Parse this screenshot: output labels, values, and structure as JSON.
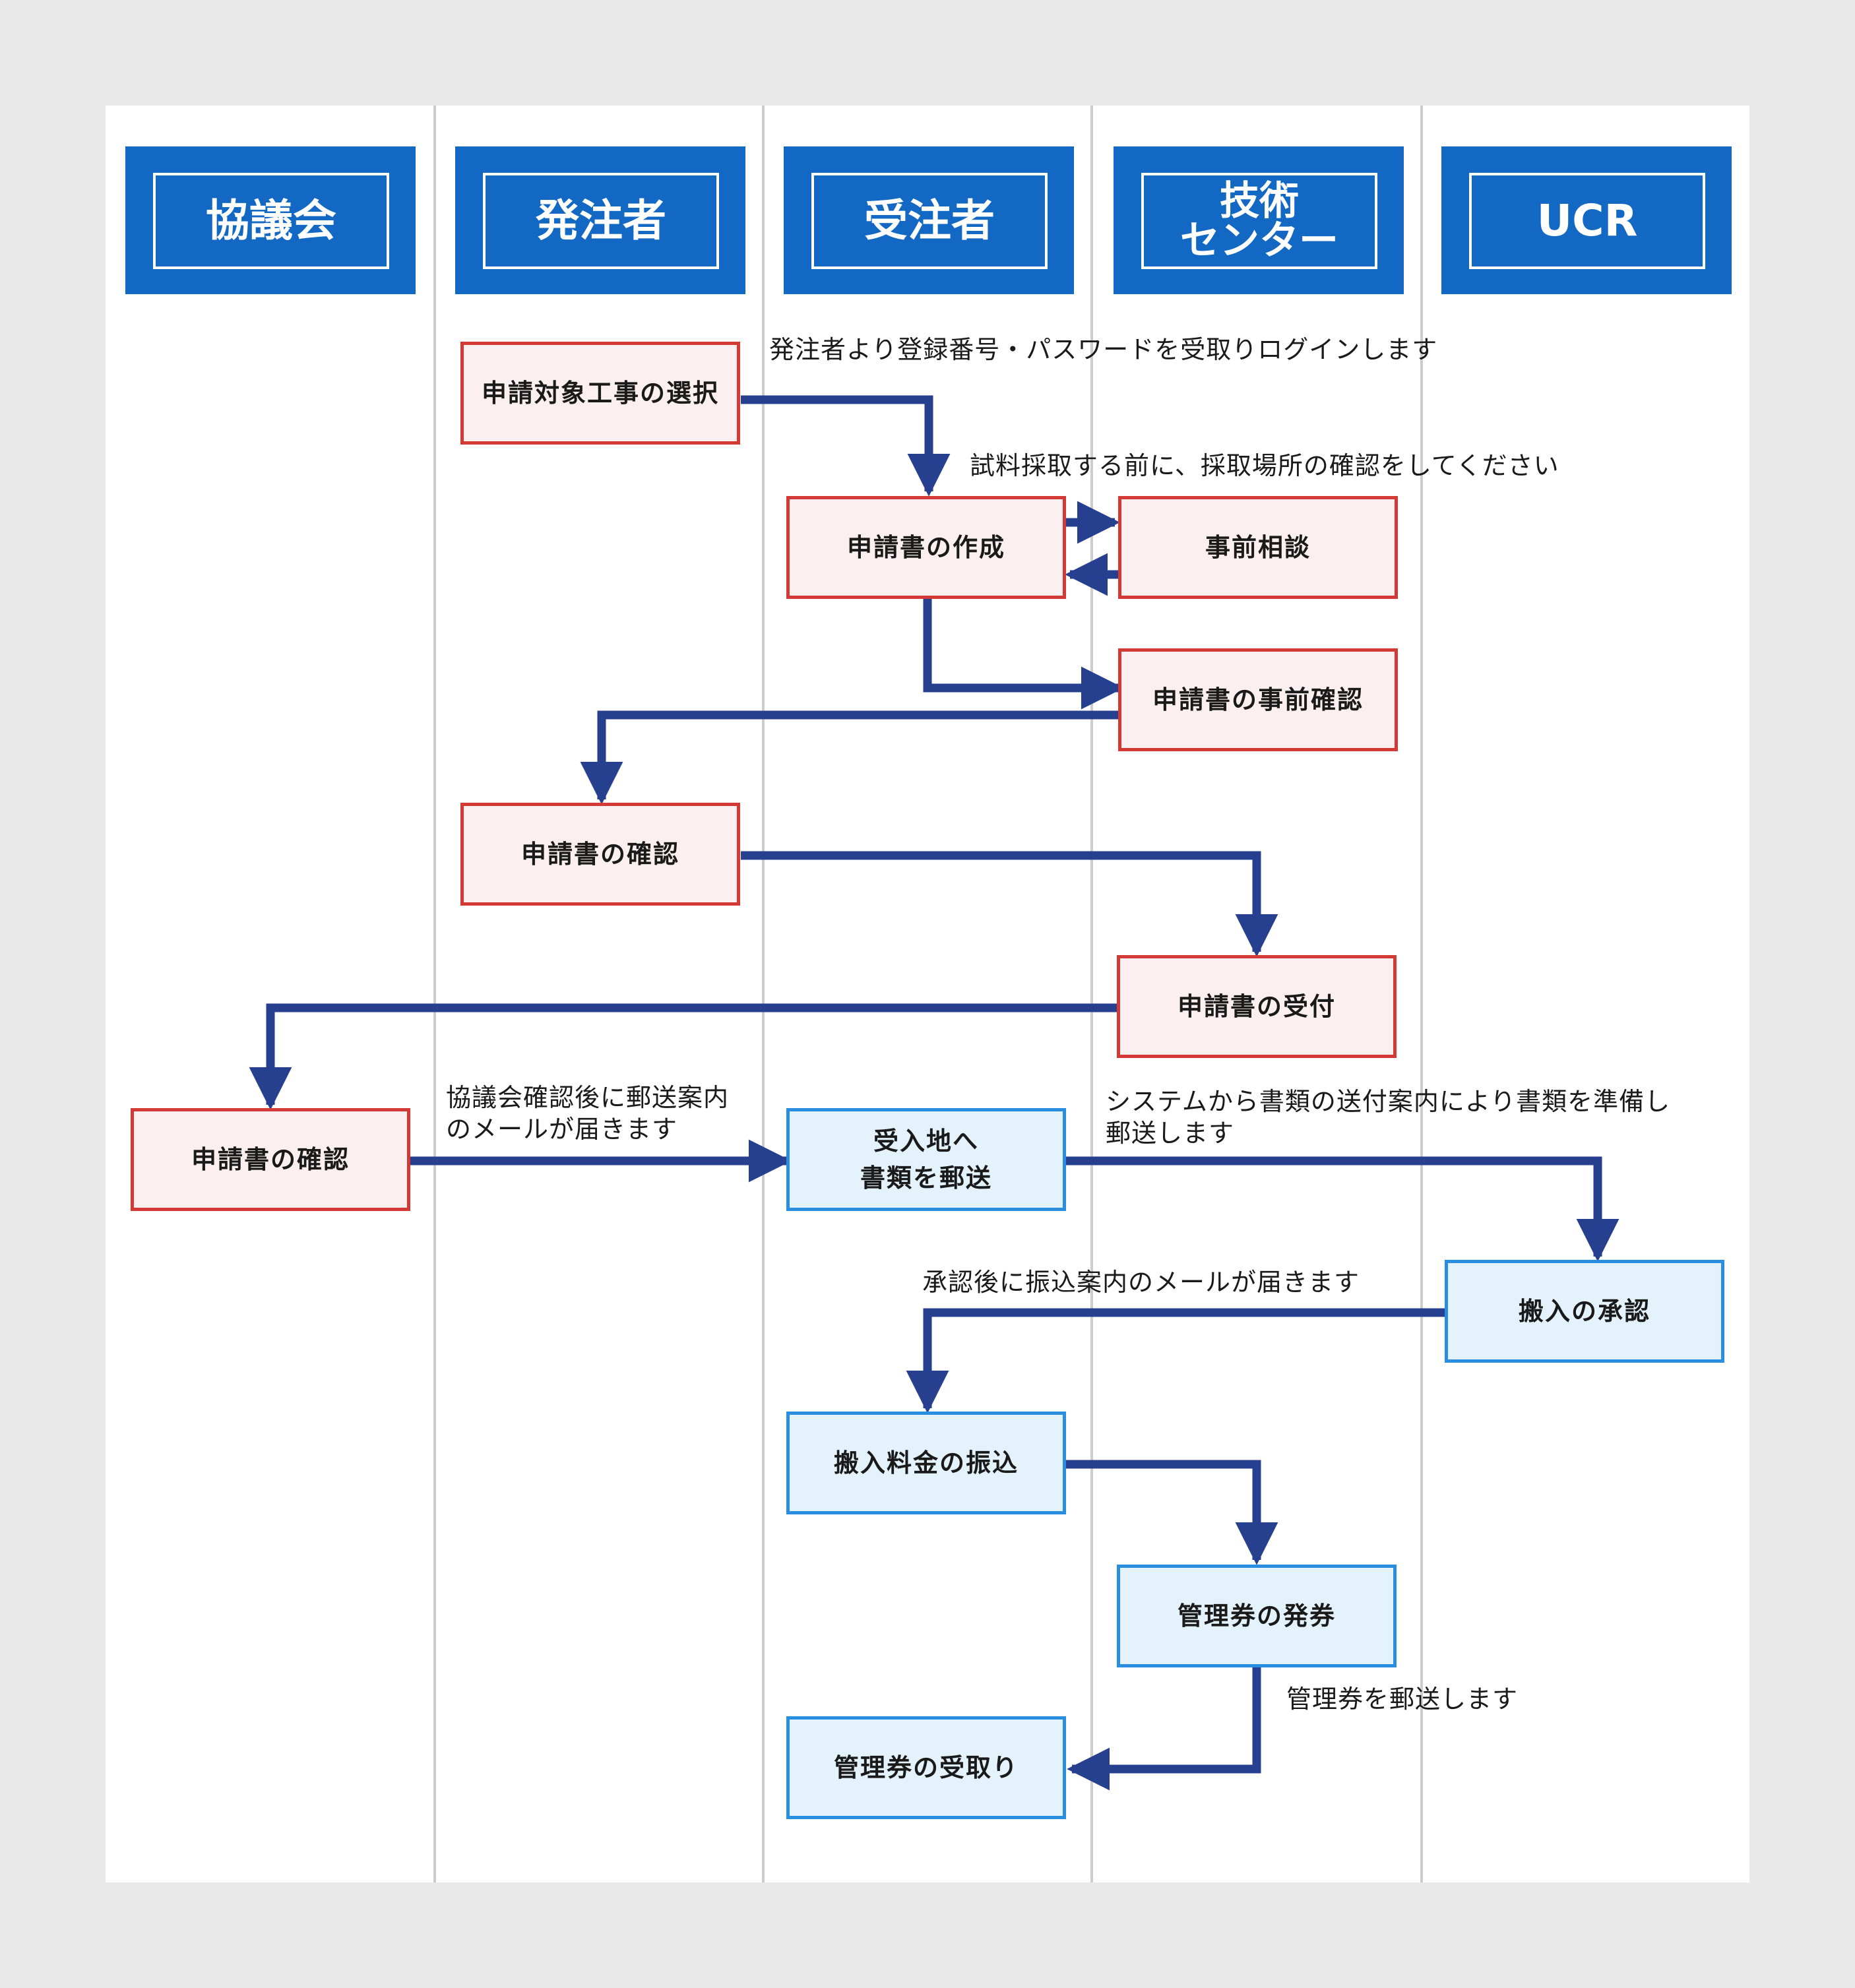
{
  "lanes": [
    {
      "label": "協議会"
    },
    {
      "label": "発注者"
    },
    {
      "label": "受注者"
    },
    {
      "label": "技術\nセンター"
    },
    {
      "label": "UCR"
    }
  ],
  "steps": {
    "select_project": "申請対象工事の選択",
    "create_application": "申請書の作成",
    "pre_consultation": "事前相談",
    "pre_check": "申請書の事前確認",
    "orderer_confirm": "申請書の確認",
    "receive_application": "申請書の受付",
    "council_confirm": "申請書の確認",
    "mail_documents": "受入地へ\n書類を郵送",
    "approve_intake": "搬入の承認",
    "pay_fee": "搬入料金の振込",
    "issue_ticket": "管理券の発券",
    "receive_ticket": "管理券の受取り"
  },
  "annotations": {
    "login": "発注者より登録番号・パスワードを受取りログインします",
    "sampling": "試料採取する前に、採取場所の確認をしてください",
    "council_mail": "協議会確認後に郵送案内\nのメールが届きます",
    "system_mail": "システムから書類の送付案内により書類を準備し\n郵送します",
    "payment_mail": "承認後に振込案内のメールが届きます",
    "ticket_mail": "管理券を郵送します"
  },
  "colors": {
    "background": "#e9e9e9",
    "lane_header": "#1268c3",
    "arrow": "#263f8f",
    "red_border": "#d33a36",
    "red_fill": "#fbf0ef",
    "blue_border": "#2a8ee0",
    "blue_fill": "#e4f2fc",
    "divider": "#cdcdcd"
  }
}
